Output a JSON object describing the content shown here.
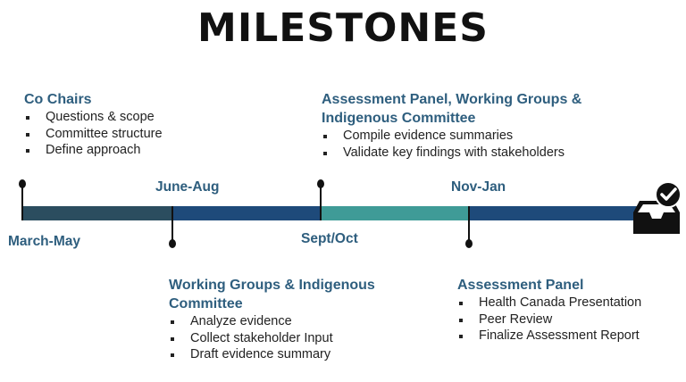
{
  "title": "MILESTONES",
  "periods": [
    "March-May",
    "June-Aug",
    "Sept/Oct",
    "Nov-Jan"
  ],
  "blocks": [
    {
      "heading": "Co Chairs",
      "items": [
        "Questions & scope",
        "Committee structure",
        "Define approach"
      ]
    },
    {
      "heading": "Assessment Panel, Working Groups & Indigenous Committee",
      "items": [
        "Compile evidence summaries",
        "Validate key findings with stakeholders"
      ]
    },
    {
      "heading": "Working Groups & Indigenous Committee",
      "items": [
        "Analyze evidence",
        "Collect stakeholder Input",
        "Draft evidence summary"
      ]
    },
    {
      "heading": "Assessment Panel",
      "items": [
        "Health Canada Presentation",
        "Peer Review",
        "Finalize Assessment Report"
      ]
    }
  ],
  "colors": {
    "segment_1": "#2b4d5f",
    "segment_2": "#1e4a7a",
    "segment_3": "#3f9b97",
    "segment_4": "#1e4a7a",
    "heading": "#2e5e7e"
  },
  "icons": {
    "end": "inbox-check-icon"
  }
}
